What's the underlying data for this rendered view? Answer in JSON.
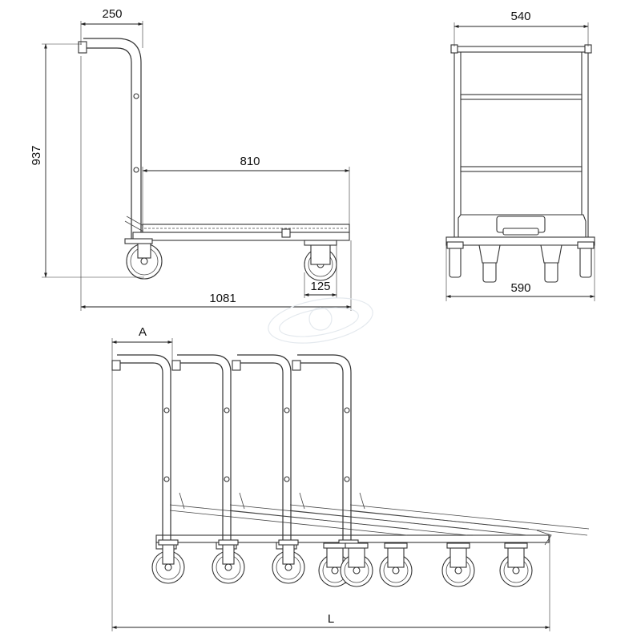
{
  "side_view": {
    "handle_offset": "250",
    "height": "937",
    "platform_length": "810",
    "overall_length": "1081",
    "wheel_offset": "125"
  },
  "front_view": {
    "top_width": "540",
    "base_width": "590"
  },
  "nested_view": {
    "nest_pitch": "A",
    "nested_length": "L"
  }
}
